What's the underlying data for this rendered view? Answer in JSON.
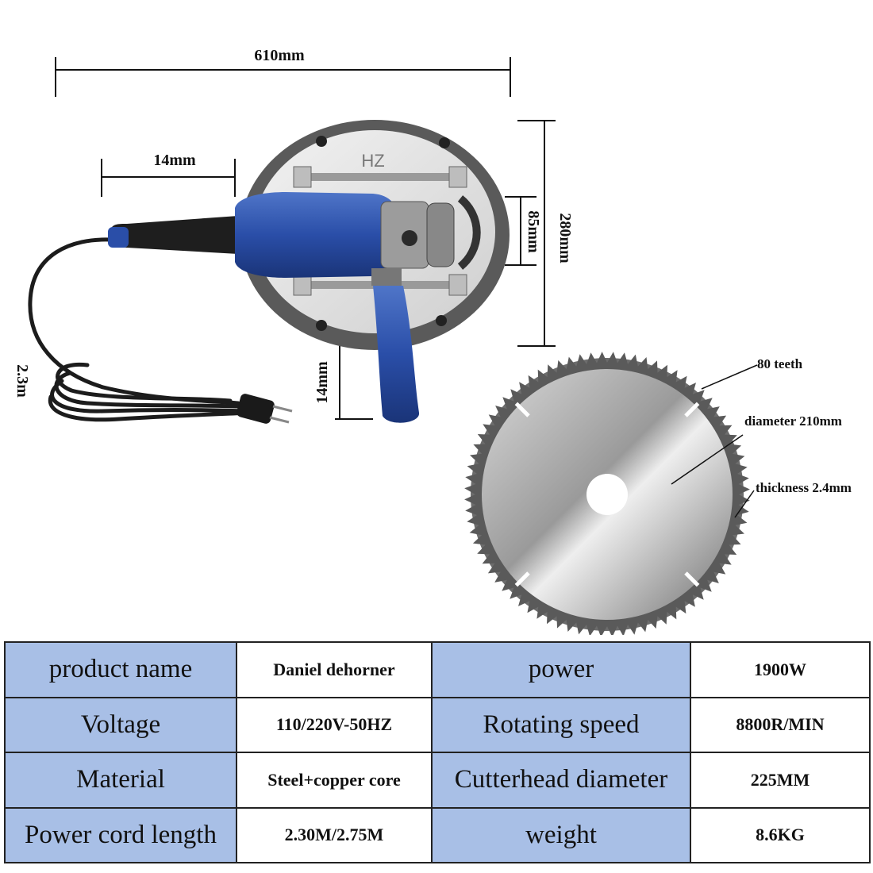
{
  "dimensions": {
    "overall_length": "610mm",
    "handle_length": "14mm",
    "head_height": "280mm",
    "blade_window": "85mm",
    "side_handle": "14mm",
    "cord": "2.3m"
  },
  "blade_callouts": {
    "teeth": "80 teeth",
    "diameter": "diameter 210mm",
    "thickness": "thickness 2.4mm"
  },
  "tool_mark": "HZ",
  "specs": [
    {
      "k1": "product name",
      "v1": "Daniel dehorner",
      "k2": "power",
      "v2": "1900W"
    },
    {
      "k1": "Voltage",
      "v1": "110/220V-50HZ",
      "k2": "Rotating speed",
      "v2": "8800R/MIN"
    },
    {
      "k1": "Material",
      "v1": "Steel+copper core",
      "k2": "Cutterhead diameter",
      "v2": "225MM"
    },
    {
      "k1": "Power cord length",
      "v1": "2.30M/2.75M",
      "k2": "weight",
      "v2": "8.6KG"
    }
  ],
  "colors": {
    "header_cell": "#a8bfe6",
    "tool_body": "#2a4ea8",
    "guard": "#5a5a5a"
  }
}
